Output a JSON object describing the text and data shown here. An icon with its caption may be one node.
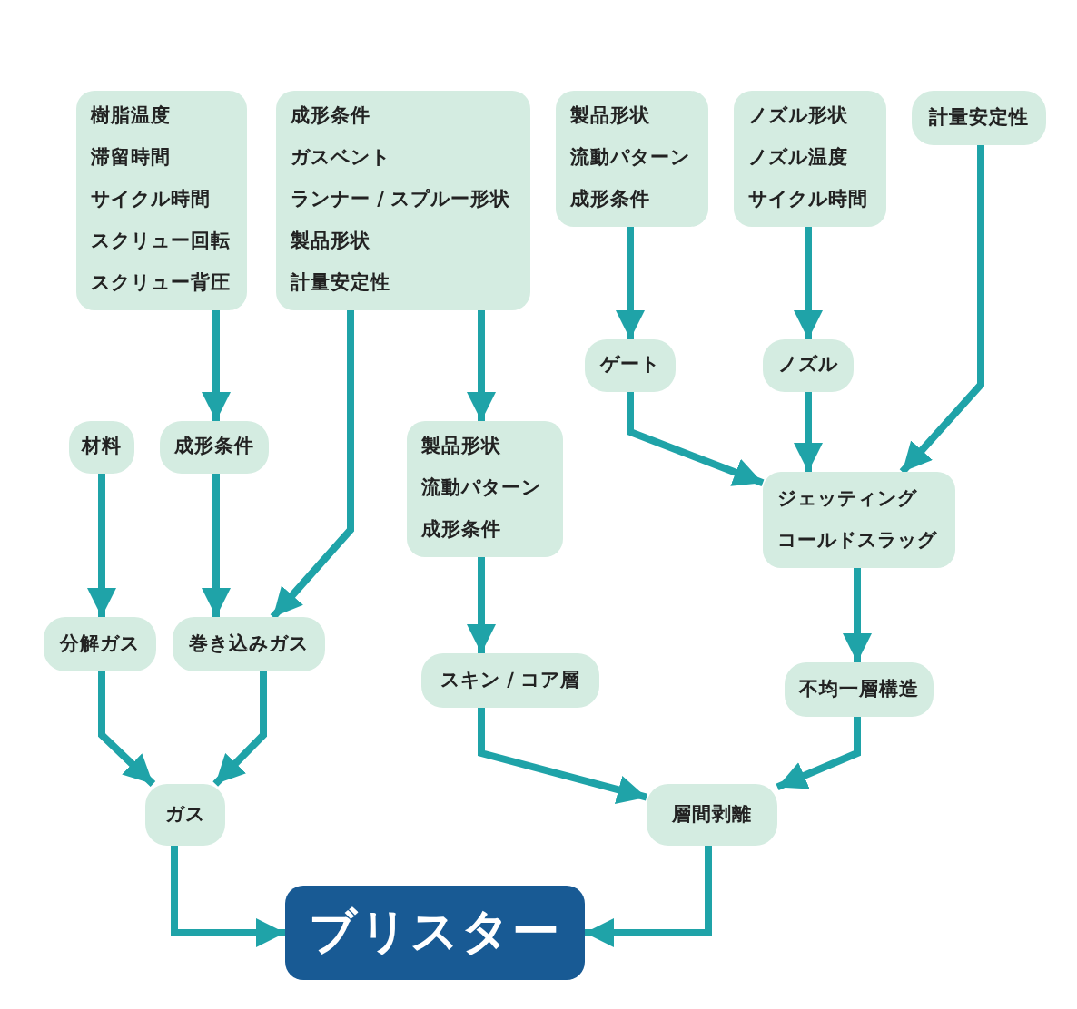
{
  "diagram": {
    "nodes": [
      {
        "text": [
          "樹脂温度",
          "滞留時間",
          "サイクル時間",
          "スクリュー回転",
          "スクリュー背圧"
        ]
      },
      {
        "text": [
          "成形条件",
          "ガスベント",
          "ランナー / スプルー形状",
          "製品形状",
          "計量安定性"
        ]
      },
      {
        "text": [
          "製品形状",
          "流動パターン",
          "成形条件"
        ]
      },
      {
        "text": [
          "ノズル形状",
          "ノズル温度",
          "サイクル時間"
        ]
      },
      {
        "text": [
          "計量安定性"
        ]
      },
      {
        "text": [
          "材料"
        ]
      },
      {
        "text": [
          "成形条件"
        ]
      },
      {
        "text": [
          "製品形状",
          "流動パターン",
          "成形条件"
        ]
      },
      {
        "text": [
          "ゲート"
        ]
      },
      {
        "text": [
          "ノズル"
        ]
      },
      {
        "text": [
          "ジェッティング",
          "コールドスラッグ"
        ]
      },
      {
        "text": [
          "分解ガス"
        ]
      },
      {
        "text": [
          "巻き込みガス"
        ]
      },
      {
        "text": [
          "スキン / コア層"
        ]
      },
      {
        "text": [
          "不均一層構造"
        ]
      },
      {
        "text": [
          "ガス"
        ]
      },
      {
        "text": [
          "層間剥離"
        ]
      },
      {
        "text": [
          "ブリスター"
        ]
      }
    ],
    "edges": [
      {
        "from": 0,
        "to": 6,
        "arrow": "to"
      },
      {
        "from": 1,
        "to": 12,
        "arrow": "to"
      },
      {
        "from": 1,
        "to": 7,
        "arrow": "to"
      },
      {
        "from": 2,
        "to": 8,
        "arrow": "to"
      },
      {
        "from": 3,
        "to": 9,
        "arrow": "to"
      },
      {
        "from": 4,
        "to": 10,
        "arrow": "to"
      },
      {
        "from": 8,
        "to": 10,
        "arrow": "to"
      },
      {
        "from": 9,
        "to": 10,
        "arrow": "to"
      },
      {
        "from": 5,
        "to": 11,
        "arrow": "to"
      },
      {
        "from": 6,
        "to": 12,
        "arrow": "to"
      },
      {
        "from": 7,
        "to": 13,
        "arrow": "to"
      },
      {
        "from": 10,
        "to": 14,
        "arrow": "to"
      },
      {
        "from": 11,
        "to": 15,
        "arrow": "to"
      },
      {
        "from": 12,
        "to": 15,
        "arrow": "to"
      },
      {
        "from": 13,
        "to": 16,
        "arrow": "to"
      },
      {
        "from": 14,
        "to": 16,
        "arrow": "to"
      },
      {
        "from": 15,
        "to": 17,
        "arrow": "to"
      },
      {
        "from": 16,
        "to": 17,
        "arrow": "to"
      }
    ]
  }
}
